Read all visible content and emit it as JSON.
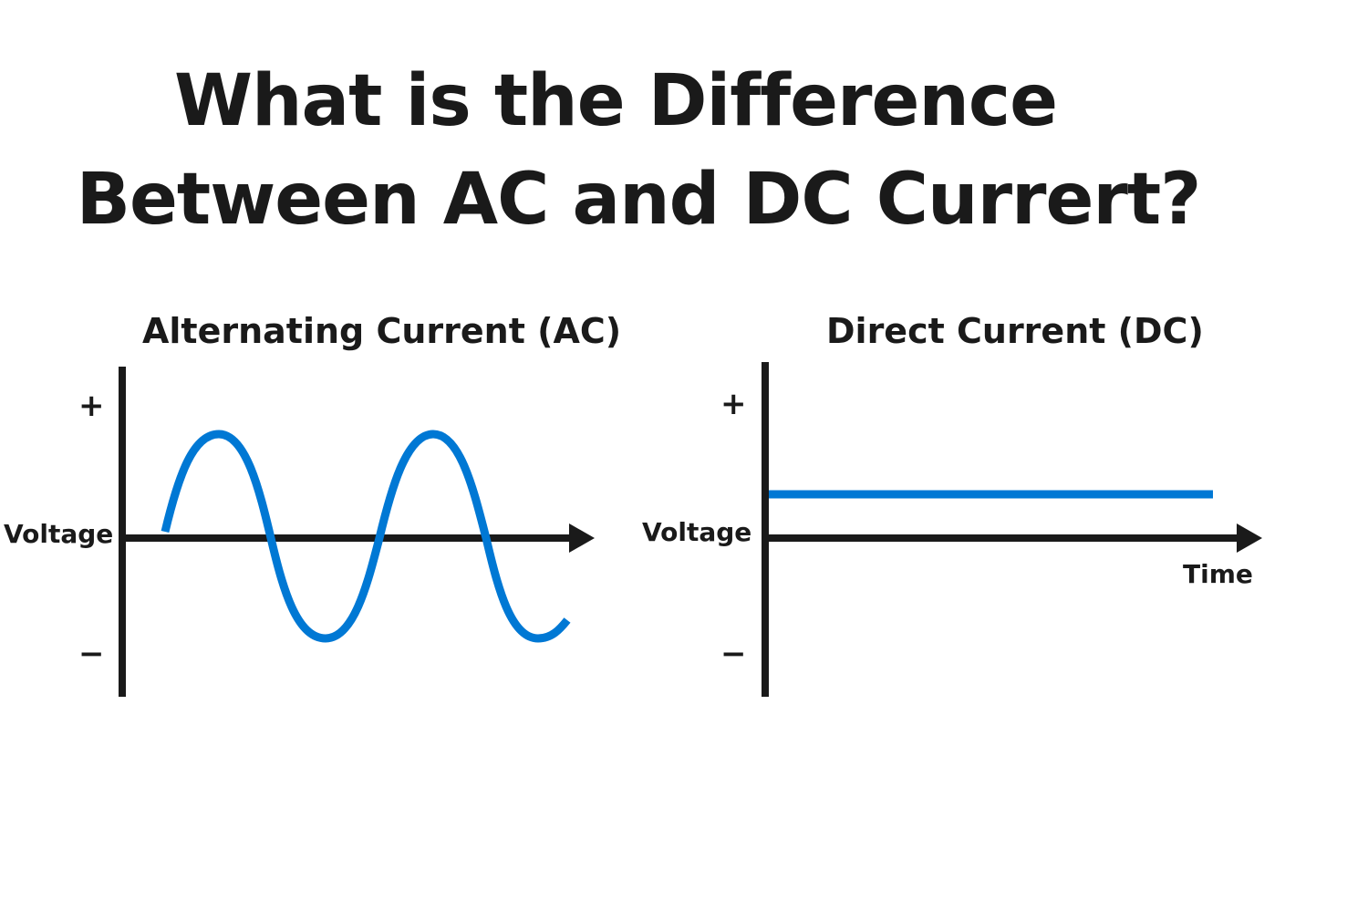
{
  "title": {
    "line1": "What is the Difference",
    "line2": "Between AC and DC Currert?"
  },
  "panels": [
    {
      "title": "Alternating Current (AC)",
      "y_axis_label": "Voltage",
      "plus_sign": "+",
      "minus_sign": "−",
      "x_axis_label": ""
    },
    {
      "title": "Direct Current (DC)",
      "y_axis_label": "Voltage",
      "plus_sign": "+",
      "minus_sign": "−",
      "x_axis_label": "Time"
    }
  ],
  "colors": {
    "signal": "#0078d4",
    "axis": "#1a1a1a"
  }
}
